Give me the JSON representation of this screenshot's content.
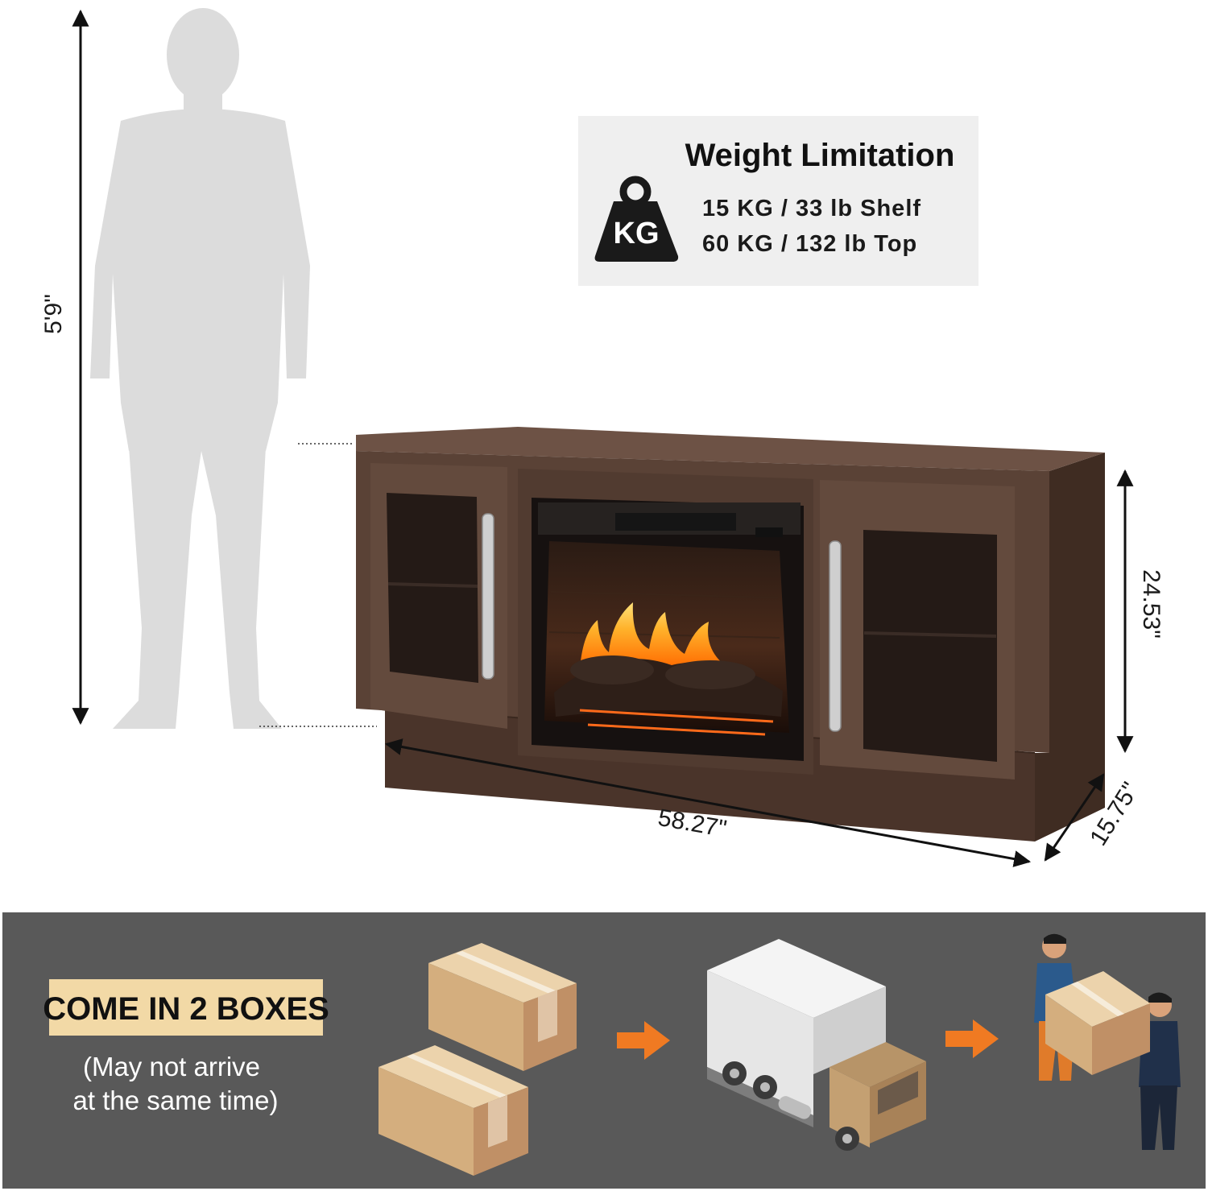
{
  "dimensions": {
    "person_height": "5'9\"",
    "width": "58.27\"",
    "height": "24.53\"",
    "depth": "15.75\""
  },
  "weight_limitation": {
    "title": "Weight Limitation",
    "icon_label": "KG",
    "lines": [
      "15 KG / 33 lb Shelf",
      "60 KG  / 132 lb Top"
    ]
  },
  "shipping": {
    "title": "COME IN 2 BOXES",
    "note_line1": "(May not arrive",
    "note_line2": "at the same time)"
  },
  "colors": {
    "wood": "#5a4236",
    "shipping_band": "#595959",
    "label_bg": "#f2d9a6",
    "arrow_orange": "#f07a22",
    "cardboard": "#d9b68a"
  }
}
